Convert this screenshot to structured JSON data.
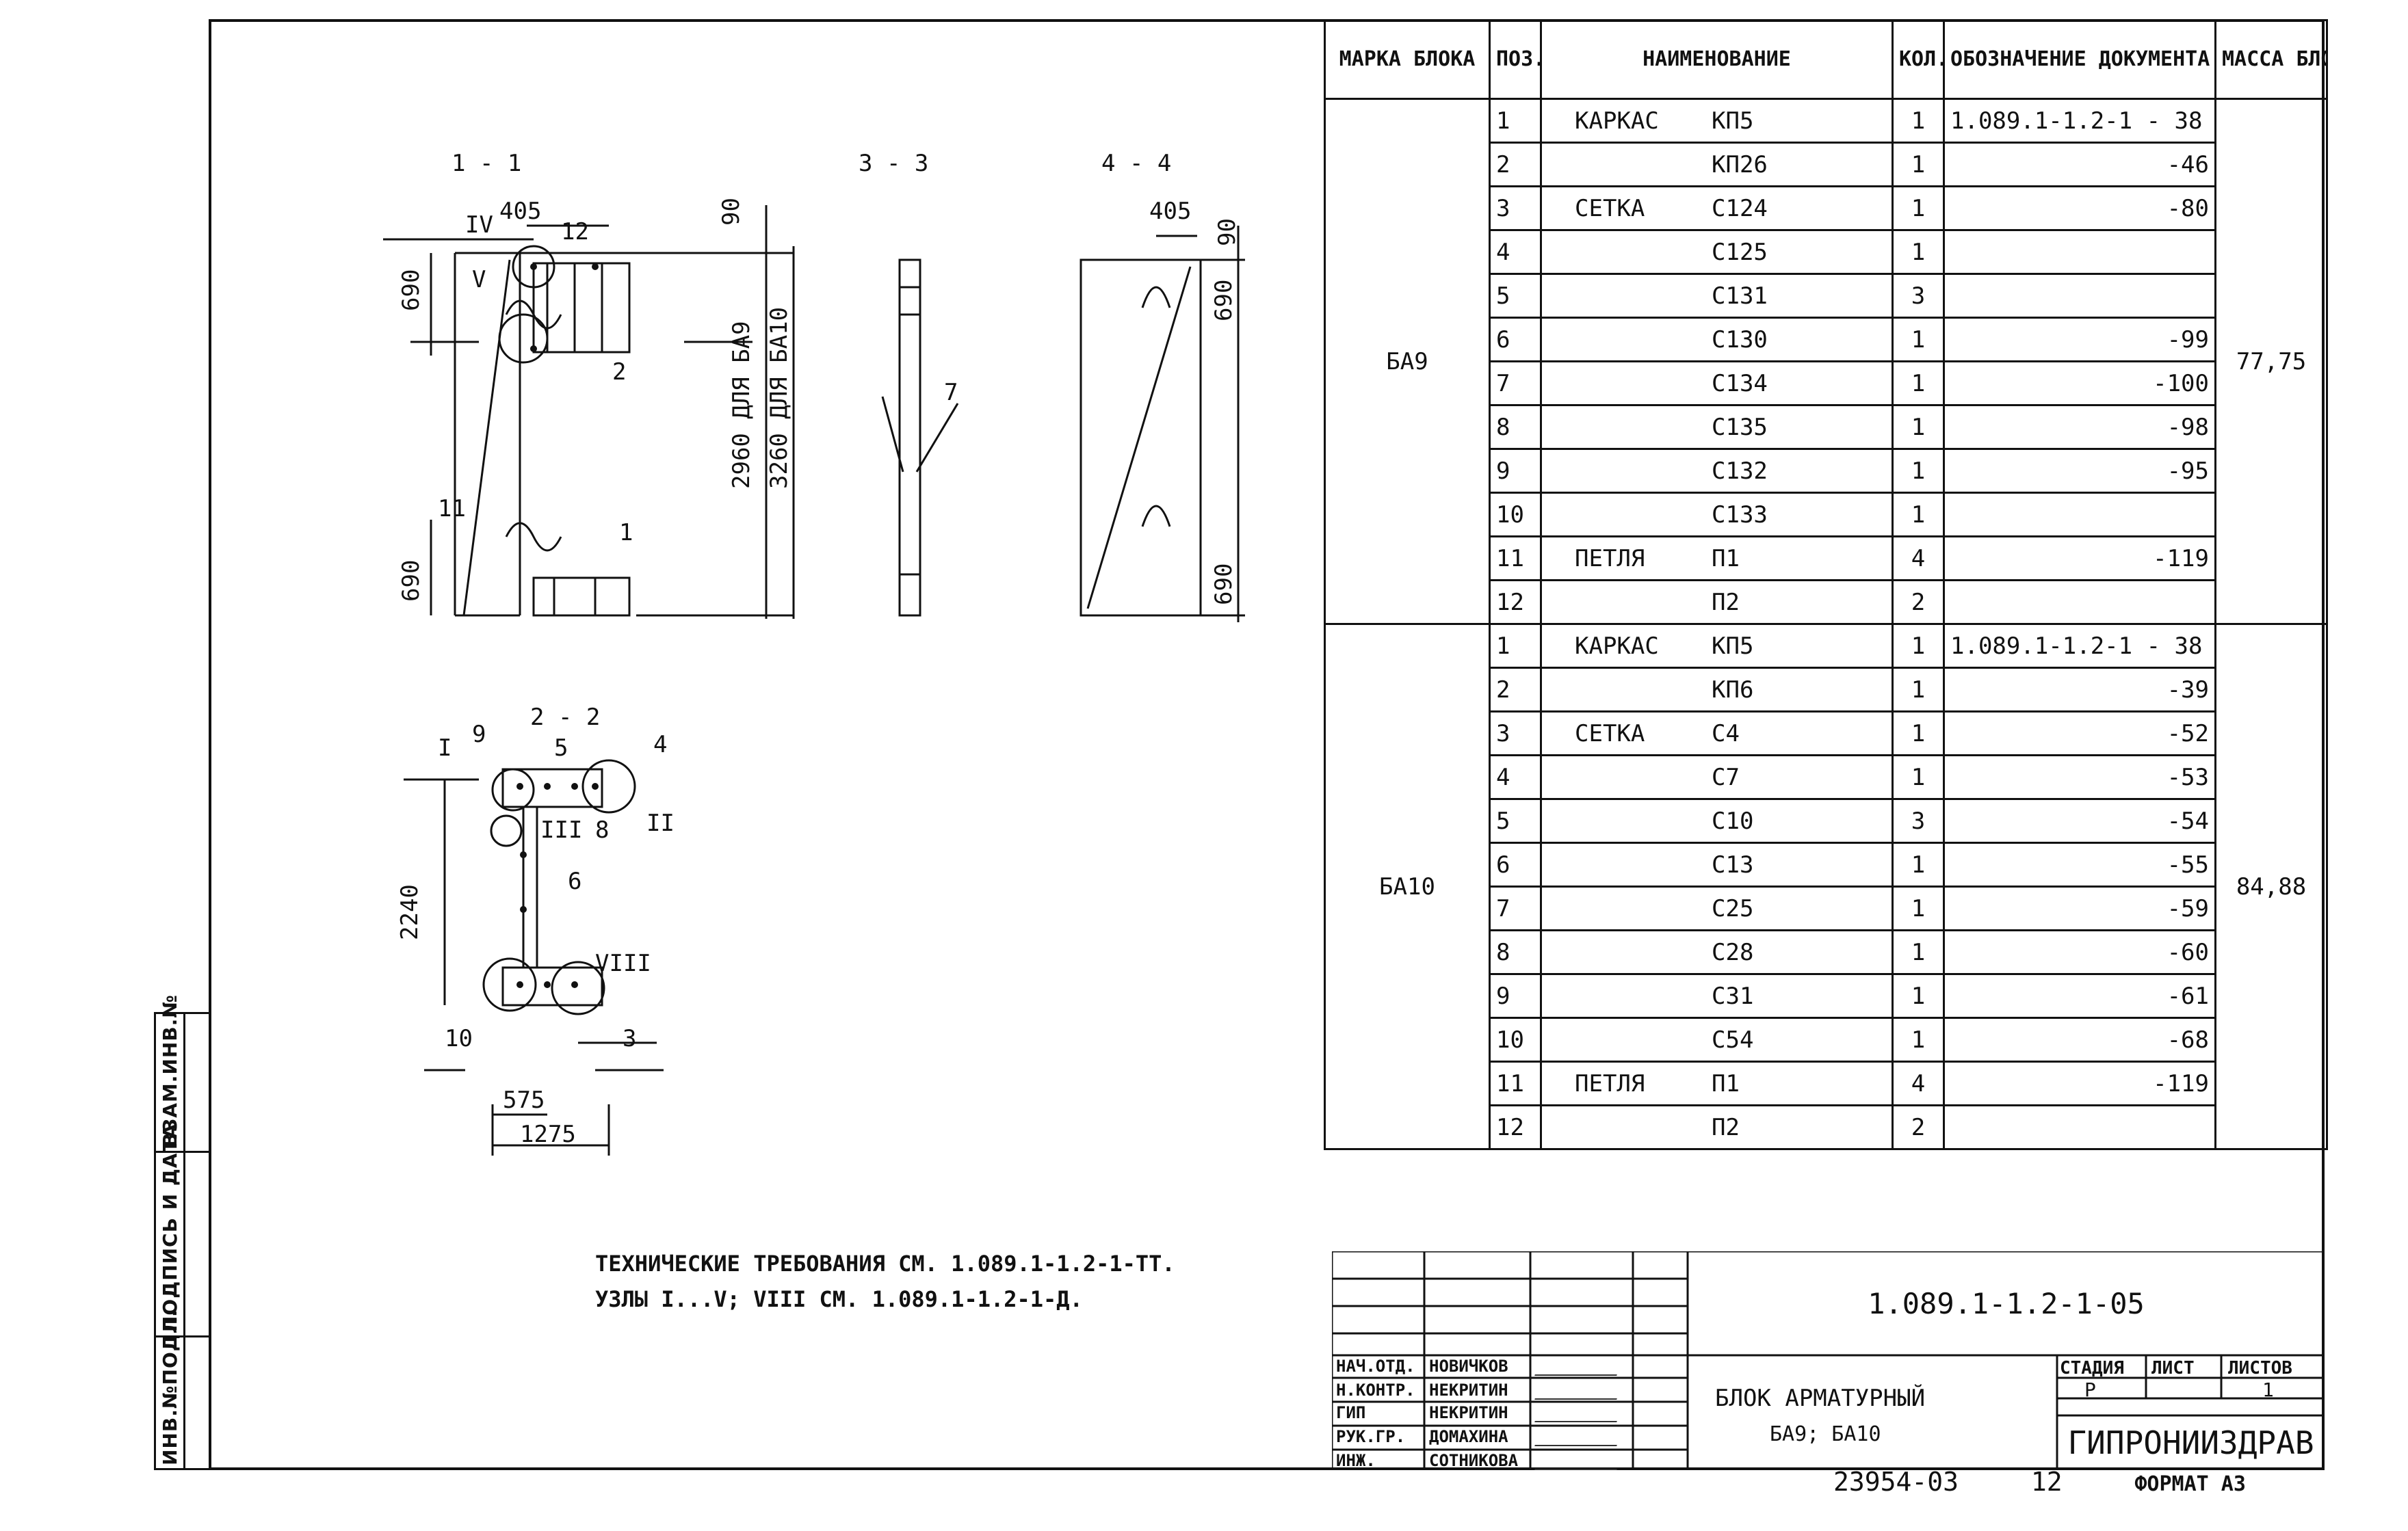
{
  "spec": {
    "headers": {
      "block_mark": "МАРКА БЛОКА",
      "pos": "ПОЗ.",
      "name": "НАИМЕНОВАНИЕ",
      "qty": "КОЛ.",
      "doc": "ОБОЗНАЧЕНИЕ ДОКУМЕНТА",
      "mass": "МАССА БЛОКА, КГ"
    },
    "groups": [
      {
        "mark": "БА9",
        "mass": "77,75",
        "rows": [
          {
            "pos": "1",
            "type": "КАРКАС",
            "name": "КП5",
            "qty": "1",
            "doc": "1.089.1-1.2-1 - 38"
          },
          {
            "pos": "2",
            "type": "",
            "name": "КП26",
            "qty": "1",
            "doc": "-46"
          },
          {
            "pos": "3",
            "type": "СЕТКА",
            "name": "С124",
            "qty": "1",
            "doc": "-80"
          },
          {
            "pos": "4",
            "type": "",
            "name": "С125",
            "qty": "1",
            "doc": ""
          },
          {
            "pos": "5",
            "type": "",
            "name": "С131",
            "qty": "3",
            "doc": ""
          },
          {
            "pos": "6",
            "type": "",
            "name": "С130",
            "qty": "1",
            "doc": "-99"
          },
          {
            "pos": "7",
            "type": "",
            "name": "С134",
            "qty": "1",
            "doc": "-100"
          },
          {
            "pos": "8",
            "type": "",
            "name": "С135",
            "qty": "1",
            "doc": "-98"
          },
          {
            "pos": "9",
            "type": "",
            "name": "С132",
            "qty": "1",
            "doc": "-95"
          },
          {
            "pos": "10",
            "type": "",
            "name": "С133",
            "qty": "1",
            "doc": ""
          },
          {
            "pos": "11",
            "type": "ПЕТЛЯ",
            "name": "П1",
            "qty": "4",
            "doc": "-119"
          },
          {
            "pos": "12",
            "type": "",
            "name": "П2",
            "qty": "2",
            "doc": ""
          }
        ]
      },
      {
        "mark": "БА10",
        "mass": "84,88",
        "rows": [
          {
            "pos": "1",
            "type": "КАРКАС",
            "name": "КП5",
            "qty": "1",
            "doc": "1.089.1-1.2-1 - 38"
          },
          {
            "pos": "2",
            "type": "",
            "name": "КП6",
            "qty": "1",
            "doc": "-39"
          },
          {
            "pos": "3",
            "type": "СЕТКА",
            "name": "С4",
            "qty": "1",
            "doc": "-52"
          },
          {
            "pos": "4",
            "type": "",
            "name": "С7",
            "qty": "1",
            "doc": "-53"
          },
          {
            "pos": "5",
            "type": "",
            "name": "С10",
            "qty": "3",
            "doc": "-54"
          },
          {
            "pos": "6",
            "type": "",
            "name": "С13",
            "qty": "1",
            "doc": "-55"
          },
          {
            "pos": "7",
            "type": "",
            "name": "С25",
            "qty": "1",
            "doc": "-59"
          },
          {
            "pos": "8",
            "type": "",
            "name": "С28",
            "qty": "1",
            "doc": "-60"
          },
          {
            "pos": "9",
            "type": "",
            "name": "С31",
            "qty": "1",
            "doc": "-61"
          },
          {
            "pos": "10",
            "type": "",
            "name": "С54",
            "qty": "1",
            "doc": "-68"
          },
          {
            "pos": "11",
            "type": "ПЕТЛЯ",
            "name": "П1",
            "qty": "4",
            "doc": "-119"
          },
          {
            "pos": "12",
            "type": "",
            "name": "П2",
            "qty": "2",
            "doc": ""
          }
        ]
      }
    ]
  },
  "drawings": {
    "section_1": "1 - 1",
    "section_3": "3 - 3",
    "section_4": "4 - 4",
    "section_2": "2 - 2",
    "dim_405_a": "405",
    "dim_405_b": "405",
    "dim_90_a": "90",
    "dim_90_b": "90",
    "dim_690_a": "690",
    "dim_690_b": "690",
    "dim_690_c": "690",
    "dim_690_d": "690",
    "height_ba9": "2960 ДЛЯ БА9",
    "height_ba10": "3260 ДЛЯ БА10",
    "dim_2240": "2240",
    "dim_575": "575",
    "dim_1275": "1275",
    "roman_1": "I",
    "roman_2": "II",
    "roman_3": "III",
    "roman_4": "IV",
    "roman_5": "V",
    "roman_8": "VIII",
    "lbl_1": "1",
    "lbl_2": "2",
    "lbl_3": "3",
    "lbl_4": "4",
    "lbl_5": "5",
    "lbl_6": "6",
    "lbl_7": "7",
    "lbl_8": "8",
    "lbl_9": "9",
    "lbl_10": "10",
    "lbl_11": "11",
    "lbl_12": "12"
  },
  "notes": {
    "line1": "ТЕХНИЧЕСКИЕ ТРЕБОВАНИЯ СМ. 1.089.1-1.2-1-ТТ.",
    "line2": "УЗЛЫ I...V; VIII СМ. 1.089.1-1.2-1-Д."
  },
  "side_strip": {
    "inv_podl": "ИНВ.№ПОДЛ.",
    "podpis": "ПОДПИСЬ И ДАТА",
    "vzam": "ВЗАМ.ИНВ.№"
  },
  "title_block": {
    "doc_code": "1.089.1-1.2-1-05",
    "title_line1": "БЛОК АРМАТУРНЫЙ",
    "title_line2": "БА9; БА10",
    "stage_label": "СТАДИЯ",
    "sheet_label": "ЛИСТ",
    "sheets_label": "ЛИСТОВ",
    "stage": "Р",
    "sheets": "1",
    "org": "ГИПРОНИИЗДРАВ",
    "staff": [
      {
        "role": "НАЧ.ОТД.",
        "name": "НОВИЧКОВ"
      },
      {
        "role": "Н.КОНТР.",
        "name": "НЕКРИТИН"
      },
      {
        "role": "ГИП",
        "name": "НЕКРИТИН"
      },
      {
        "role": "РУК.ГР.",
        "name": "ДОМАХИНА"
      },
      {
        "role": "ИНЖ.",
        "name": "СОТНИКОВА"
      }
    ]
  },
  "footer": {
    "number": "23954-03",
    "page": "12",
    "format": "ФОРМАТ А3"
  }
}
